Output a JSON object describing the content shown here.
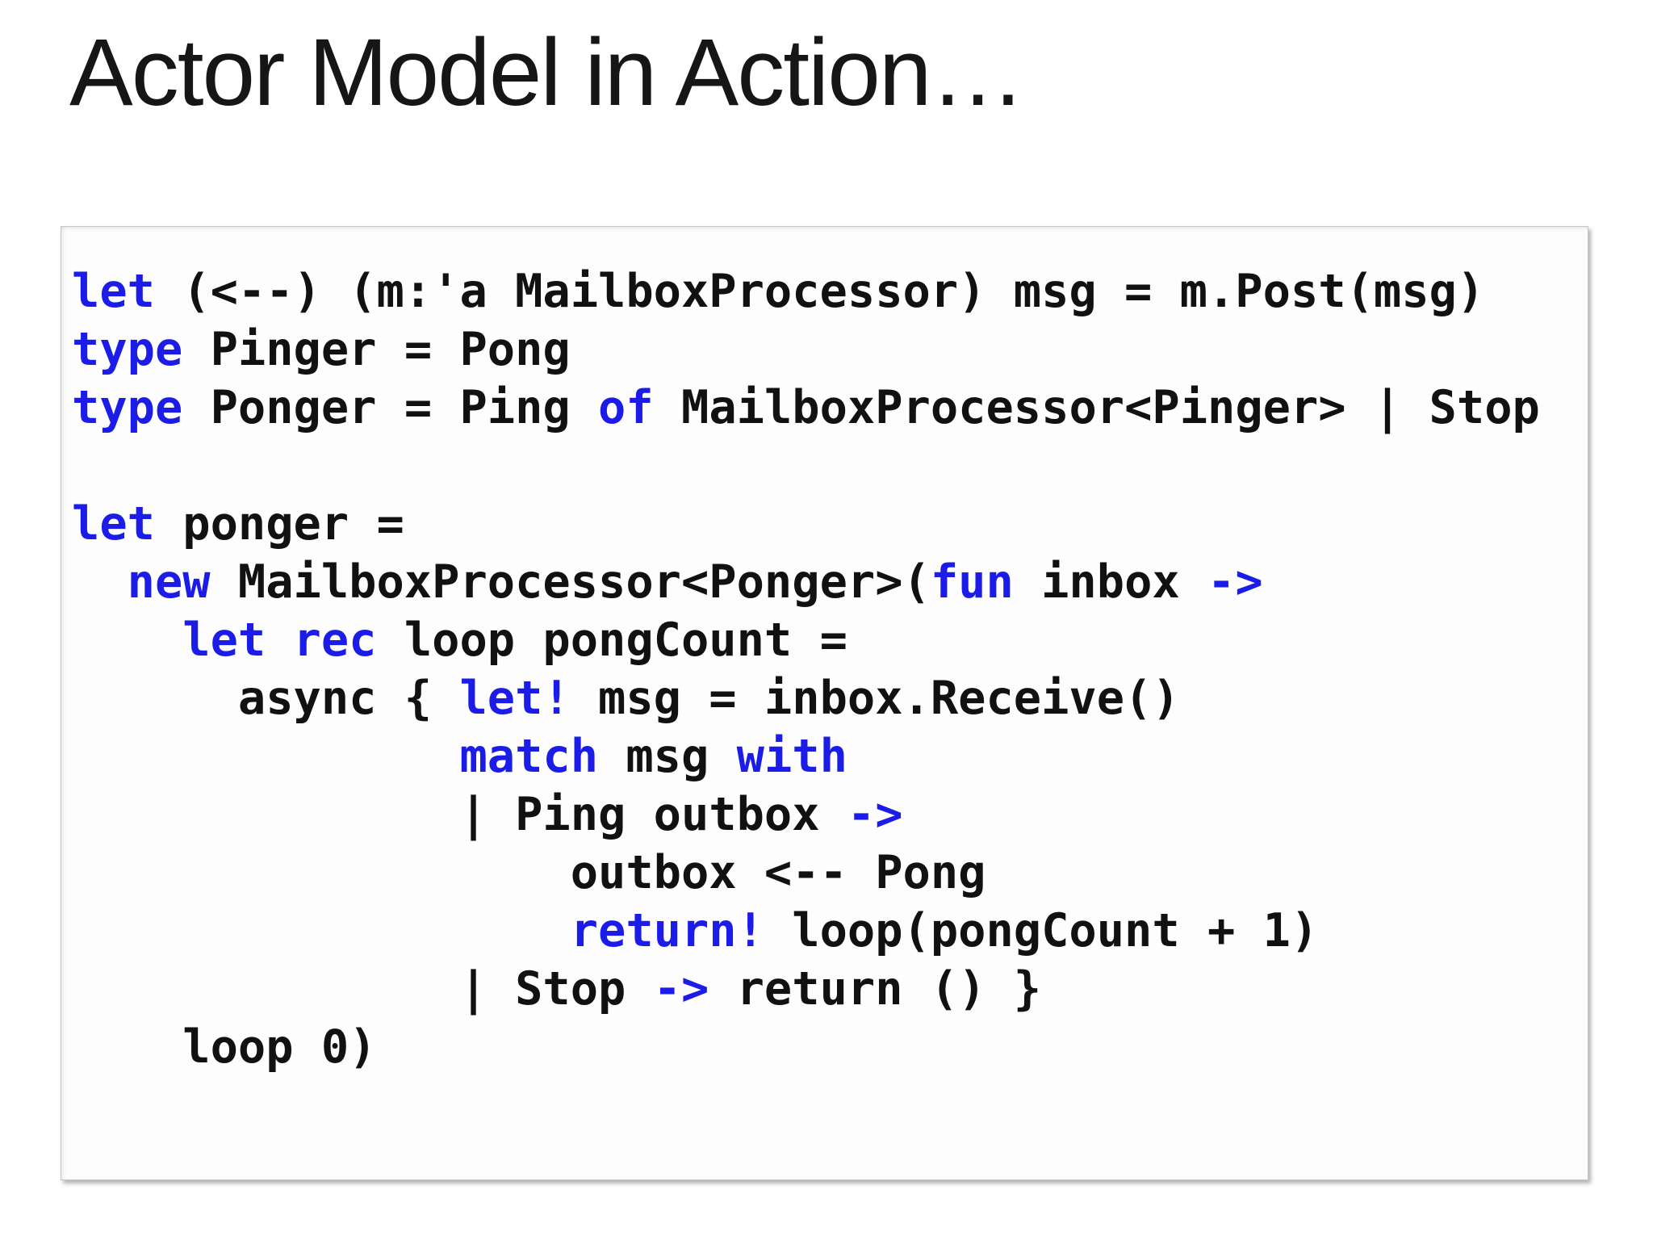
{
  "slide": {
    "title": "Actor Model in Action…"
  },
  "colors": {
    "background": "#ffffff",
    "title_text": "#161616",
    "code_text": "#111111",
    "keyword": "#1c1ce8",
    "box_border": "#c6c6c6",
    "box_background": "#fdfdfd"
  },
  "code_block": {
    "language": "fsharp",
    "lines": [
      [
        {
          "text": "let",
          "type": "keyword"
        },
        {
          "text": " (<--) (m:'a MailboxProcessor) msg = m.Post(msg)",
          "type": "plain"
        }
      ],
      [
        {
          "text": "type",
          "type": "keyword"
        },
        {
          "text": " Pinger = Pong",
          "type": "plain"
        }
      ],
      [
        {
          "text": "type",
          "type": "keyword"
        },
        {
          "text": " Ponger = Ping ",
          "type": "plain"
        },
        {
          "text": "of",
          "type": "keyword"
        },
        {
          "text": " MailboxProcessor<Pinger> | Stop",
          "type": "plain"
        }
      ],
      [],
      [
        {
          "text": "let",
          "type": "keyword"
        },
        {
          "text": " ponger =",
          "type": "plain"
        }
      ],
      [
        {
          "text": "  ",
          "type": "plain"
        },
        {
          "text": "new",
          "type": "keyword"
        },
        {
          "text": " MailboxProcessor<Ponger>(",
          "type": "plain"
        },
        {
          "text": "fun",
          "type": "keyword"
        },
        {
          "text": " inbox ",
          "type": "plain"
        },
        {
          "text": "->",
          "type": "keyword"
        }
      ],
      [
        {
          "text": "    ",
          "type": "plain"
        },
        {
          "text": "let rec",
          "type": "keyword"
        },
        {
          "text": " loop pongCount =",
          "type": "plain"
        }
      ],
      [
        {
          "text": "      async { ",
          "type": "plain"
        },
        {
          "text": "let!",
          "type": "keyword"
        },
        {
          "text": " msg = inbox.Receive()",
          "type": "plain"
        }
      ],
      [
        {
          "text": "              ",
          "type": "plain"
        },
        {
          "text": "match",
          "type": "keyword"
        },
        {
          "text": " msg ",
          "type": "plain"
        },
        {
          "text": "with",
          "type": "keyword"
        }
      ],
      [
        {
          "text": "              | Ping outbox ",
          "type": "plain"
        },
        {
          "text": "->",
          "type": "keyword"
        }
      ],
      [
        {
          "text": "                  outbox <-- Pong",
          "type": "plain"
        }
      ],
      [
        {
          "text": "                  ",
          "type": "plain"
        },
        {
          "text": "return!",
          "type": "keyword"
        },
        {
          "text": " loop(pongCount + 1)",
          "type": "plain"
        }
      ],
      [
        {
          "text": "              | Stop ",
          "type": "plain"
        },
        {
          "text": "->",
          "type": "keyword"
        },
        {
          "text": " return () }",
          "type": "plain"
        }
      ],
      [
        {
          "text": "    loop 0)",
          "type": "plain"
        }
      ]
    ]
  }
}
